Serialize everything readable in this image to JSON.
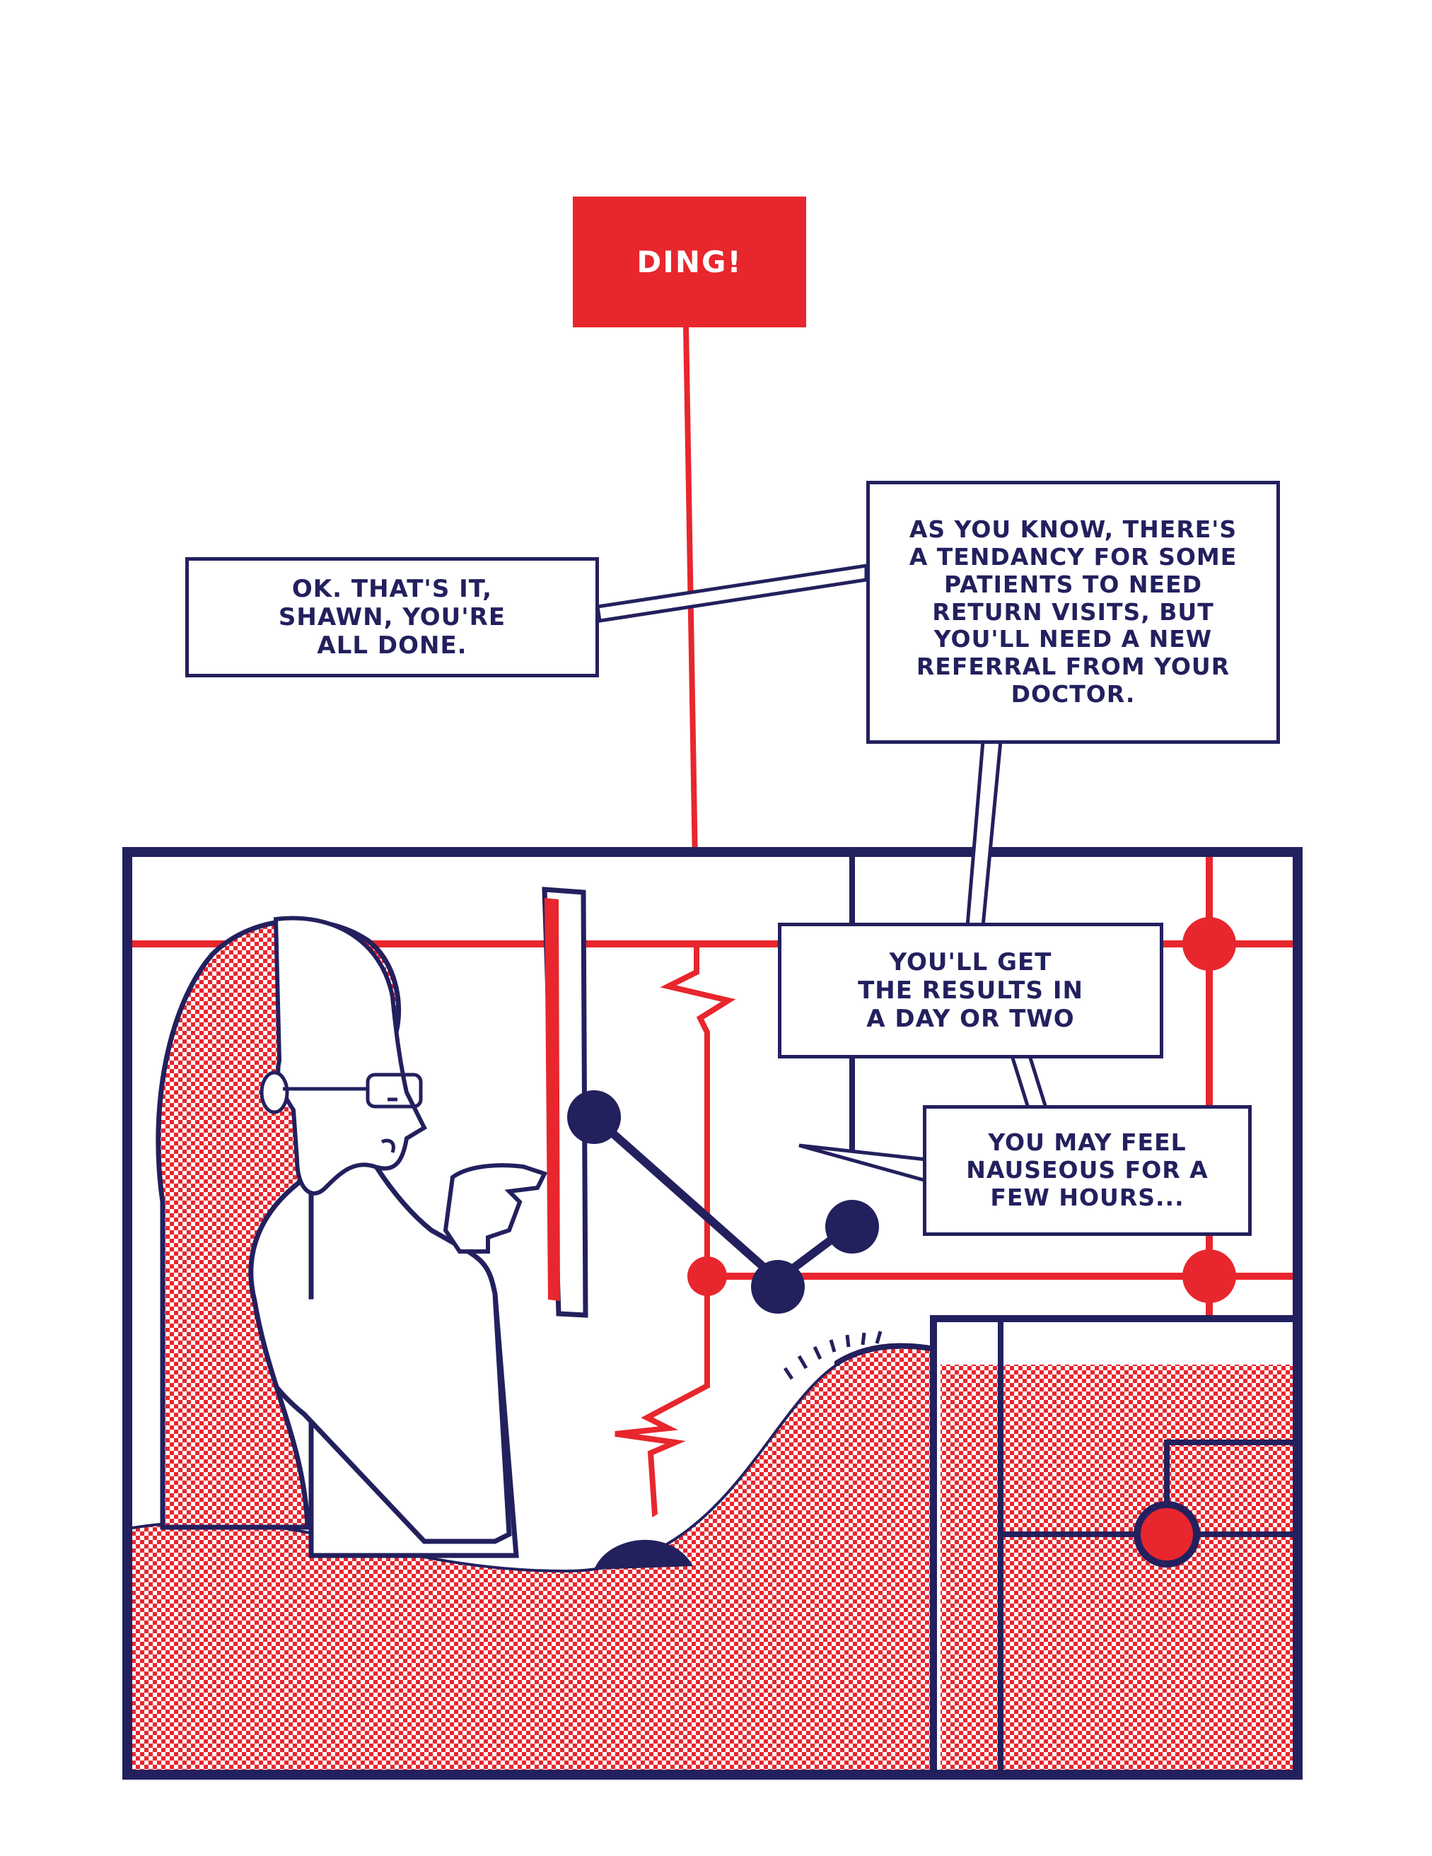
{
  "panel": {
    "sound_effect": "DING!",
    "speech": [
      {
        "id": "done",
        "text": "OK. THAT'S IT,\nSHAWN, YOU'RE\nALL DONE."
      },
      {
        "id": "return",
        "text": "AS YOU KNOW, THERE'S\nA TENDANCY FOR SOME\nPATIENTS TO NEED\nRETURN VISITS, BUT\nYOU'LL NEED A NEW\nREFERRAL FROM YOUR\nDOCTOR."
      },
      {
        "id": "results",
        "text": "YOU'LL GET\nTHE RESULTS IN\nA DAY OR TWO"
      },
      {
        "id": "nauseous",
        "text": "YOU MAY FEEL\nNAUSEOUS FOR A\nFEW HOURS..."
      }
    ]
  },
  "colors": {
    "navy": "#23205e",
    "red": "#e8262d",
    "paper": "#ffffff"
  }
}
